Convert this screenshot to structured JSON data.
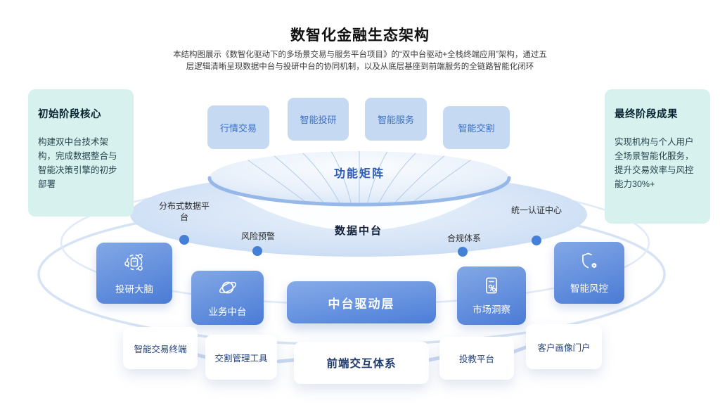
{
  "title": "数智化金融生态架构",
  "subtitle": "本结构图展示《数智化驱动下的多场景交易与服务平台项目》的“双中台驱动+全栈终端应用”架构，通过五层逻辑清晰呈现数据中台与投研中台的协同机制，以及从底层基座到前端服务的全链路智能化闭环",
  "side_panels": {
    "left": {
      "title": "初始阶段核心",
      "body": "构建双中台技术架构，完成数据整合与智能决策引擎的初步部署"
    },
    "right": {
      "title": "最终阶段成果",
      "body": "实现机构与个人用户全场景智能化服务，提升交易效率与风控能力30%+"
    }
  },
  "function_layer": {
    "label": "功能矩阵",
    "boxes": [
      "行情交易",
      "智能投研",
      "智能服务",
      "智能交割"
    ]
  },
  "data_layer": {
    "label": "数据中台",
    "nodes": [
      "分布式数据平台",
      "风险预警",
      "合规体系",
      "统一认证中心"
    ]
  },
  "middle_layer": {
    "label": "中台驱动层",
    "boxes": [
      {
        "label": "投研大脑",
        "icon": "brain-network-icon"
      },
      {
        "label": "业务中台",
        "icon": "planet-icon"
      },
      {
        "label": "市场洞察",
        "icon": "insight-report-icon"
      },
      {
        "label": "智能风控",
        "icon": "shield-gear-icon"
      }
    ]
  },
  "front_layer": {
    "label": "前端交互体系",
    "boxes": [
      "智能交易终端",
      "交割管理工具",
      "投教平台",
      "客户画像门户"
    ]
  },
  "colors": {
    "accent_blue": "#4a7bd5",
    "light_blue_box": "#c5d9f2",
    "mint_panel": "#d6f1ee",
    "dot_blue": "#4580d8",
    "rim_blue": "#96b8e8",
    "label_blue": "#2d5bb5",
    "card_text": "#23427c"
  }
}
